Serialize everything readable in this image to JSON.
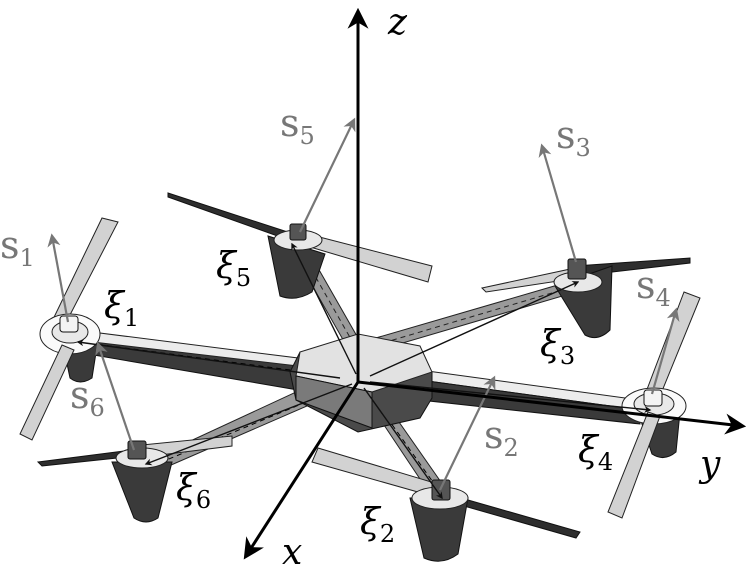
{
  "axes": {
    "x": "x",
    "y": "y",
    "z": "z"
  },
  "thrust_vectors": {
    "s1": {
      "sym": "s",
      "sub": "1"
    },
    "s2": {
      "sym": "s",
      "sub": "2"
    },
    "s3": {
      "sym": "s",
      "sub": "3"
    },
    "s4": {
      "sym": "s",
      "sub": "4"
    },
    "s5": {
      "sym": "s",
      "sub": "5"
    },
    "s6": {
      "sym": "s",
      "sub": "6"
    }
  },
  "arm_vectors": {
    "xi1": {
      "sym": "ξ",
      "sub": "1"
    },
    "xi2": {
      "sym": "ξ",
      "sub": "2"
    },
    "xi3": {
      "sym": "ξ",
      "sub": "3"
    },
    "xi4": {
      "sym": "ξ",
      "sub": "4"
    },
    "xi5": {
      "sym": "ξ",
      "sub": "5"
    },
    "xi6": {
      "sym": "ξ",
      "sub": "6"
    }
  },
  "colors": {
    "black": "#000000",
    "vector_gray": "#777777",
    "arm_dark": "#3a3a3a",
    "arm_mid": "#9a9a9a",
    "arm_light": "#e6e6e6",
    "blade_light": "#d2d2d2",
    "blade_dark": "#2e2e2e",
    "motor_dark": "#444444"
  }
}
